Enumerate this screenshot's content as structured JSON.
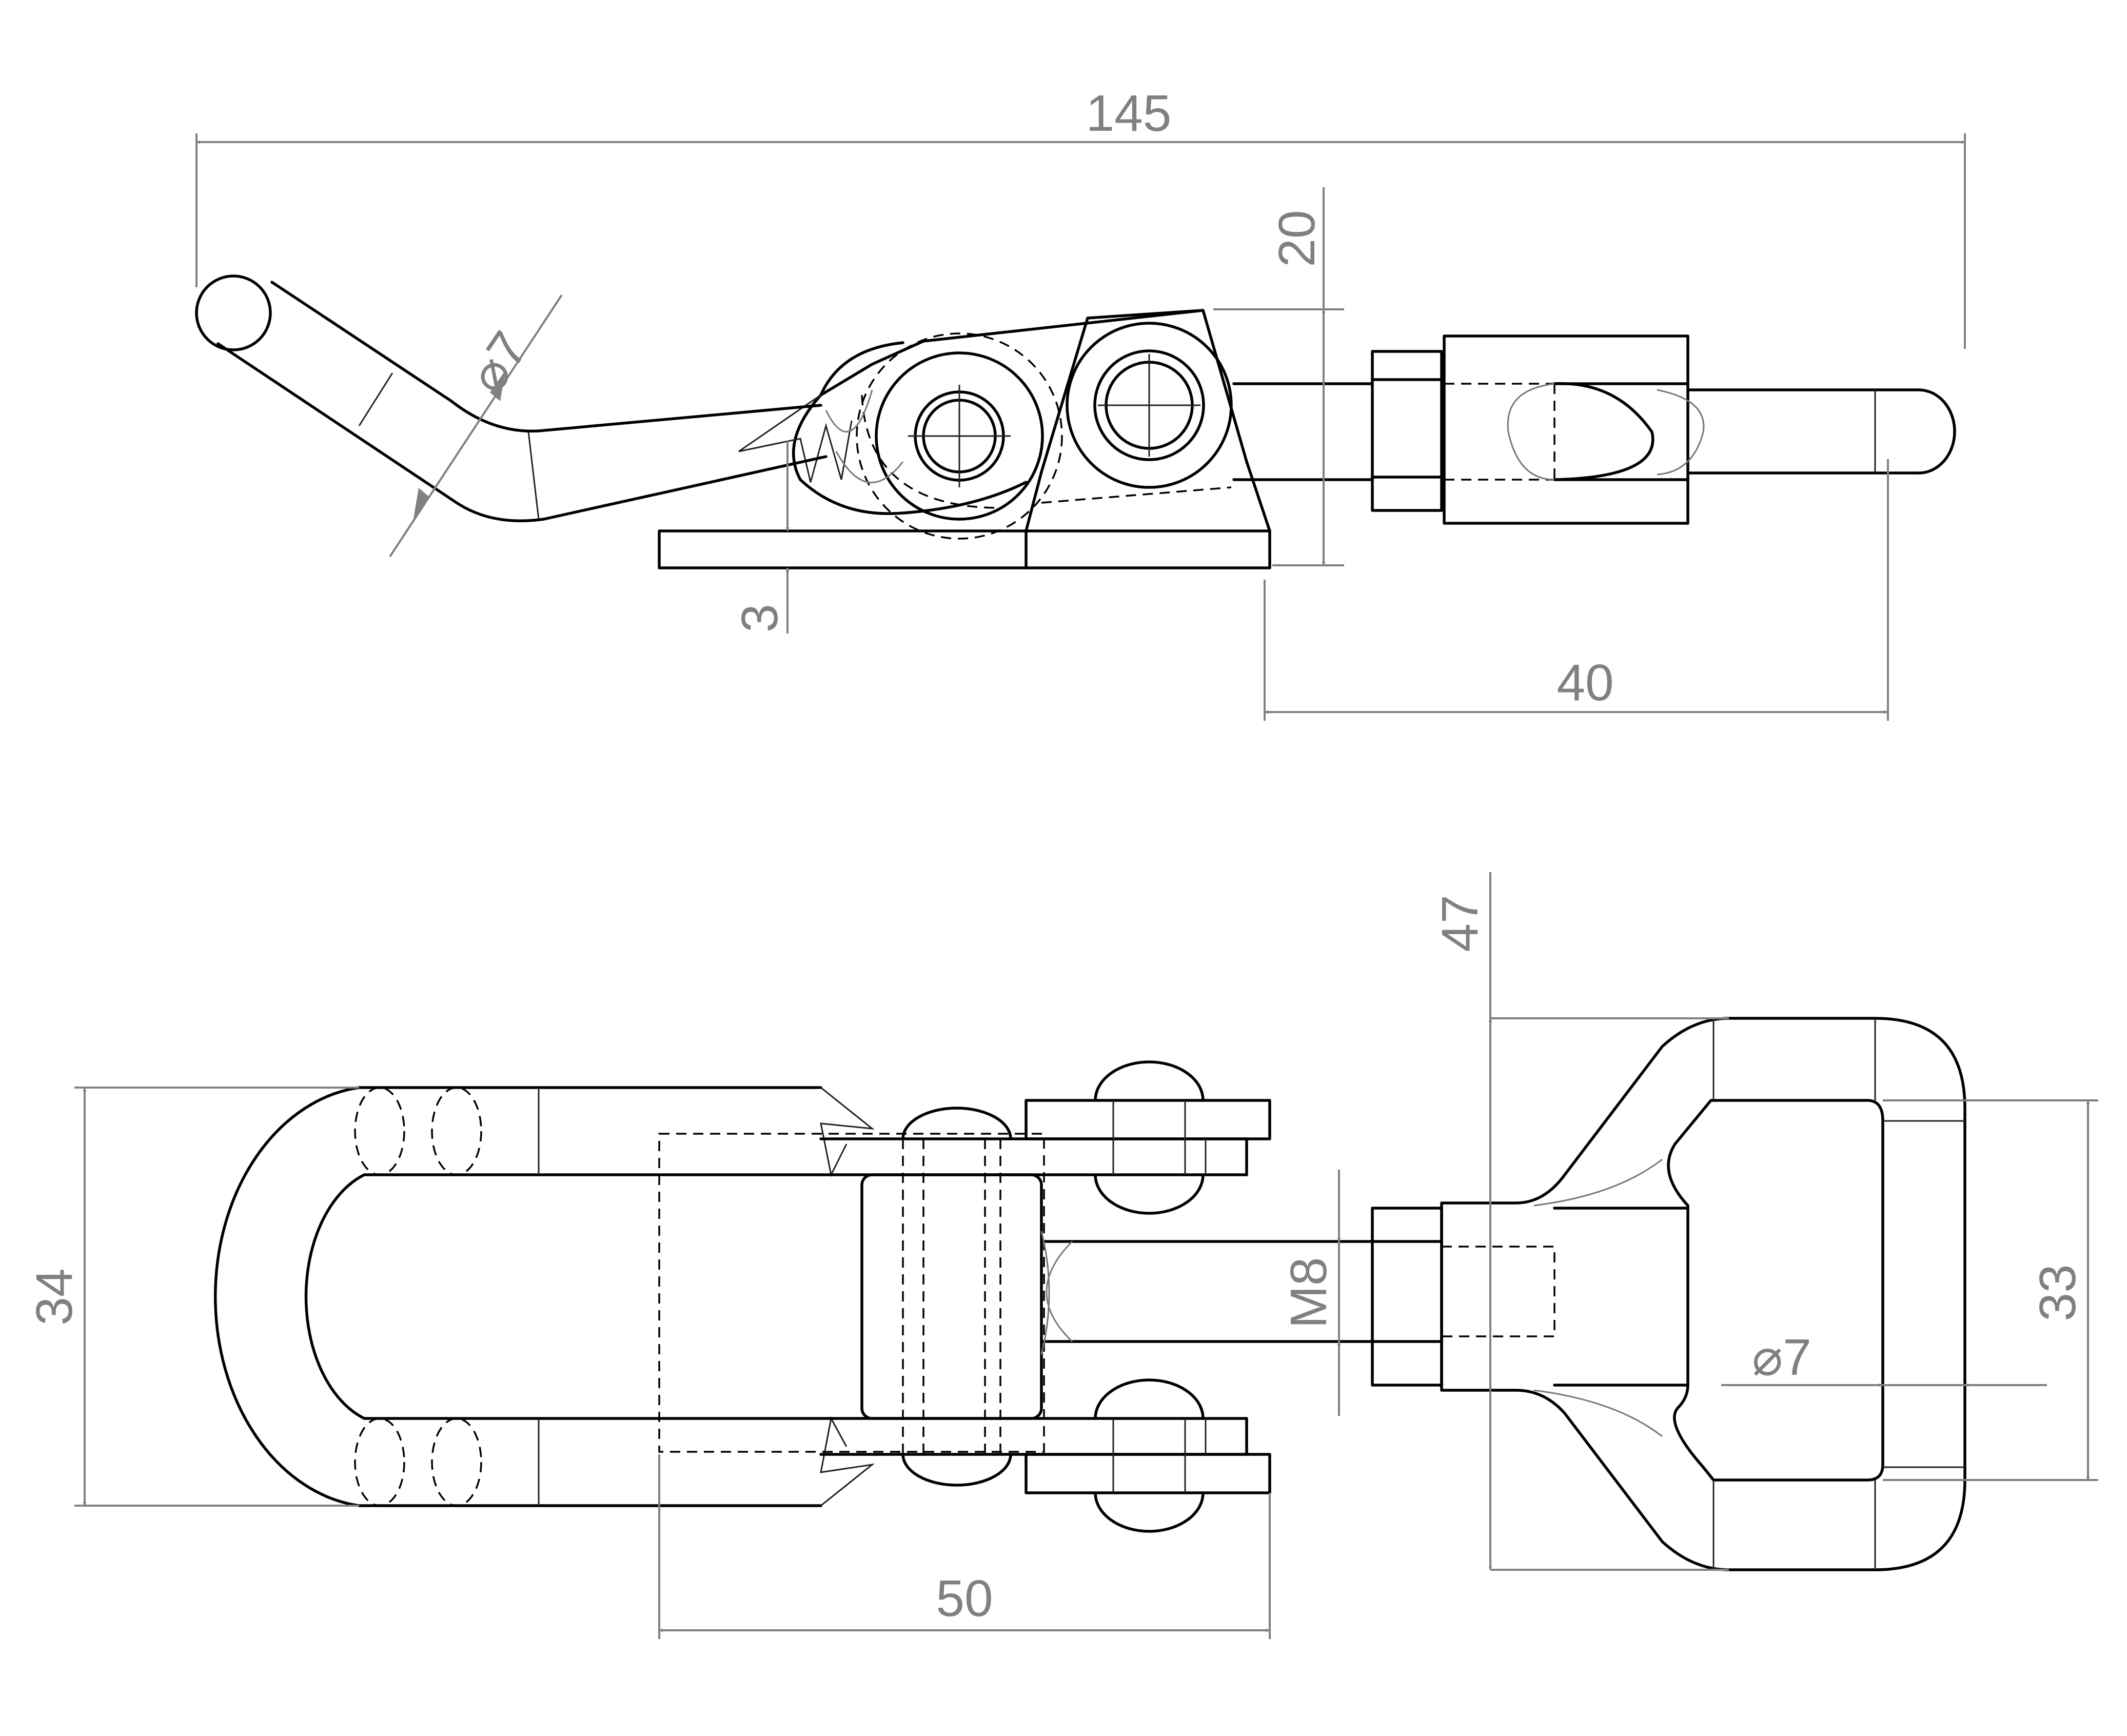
{
  "views": [
    "side-view",
    "top-view"
  ],
  "dimensions": {
    "overall_length": "145",
    "handle_rod_diameter": "7",
    "base_height": "20",
    "base_thickness": "3",
    "hook_reach": "40",
    "hook_offset": "47",
    "base_width": "34",
    "thread_size": "M8",
    "hook_inner_width": "33",
    "hook_rod_diameter": "7",
    "base_length": "50"
  },
  "symbols": {
    "diameter": "⌀"
  }
}
